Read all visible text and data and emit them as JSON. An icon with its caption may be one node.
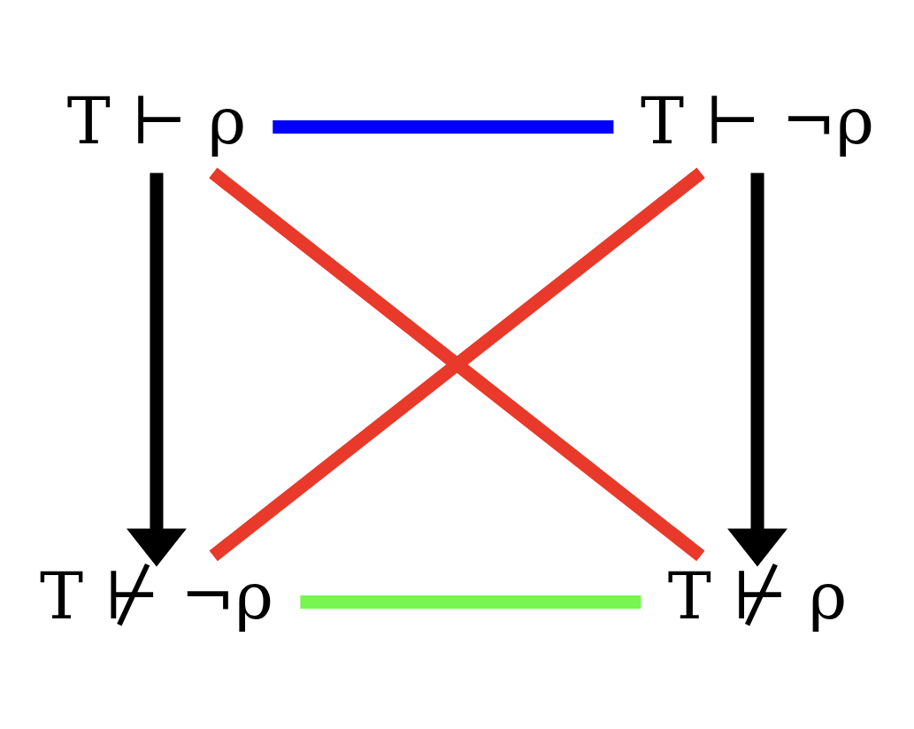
{
  "diagram": {
    "nodes": [
      {
        "text": [
          "T ⊢ ρ"
        ]
      },
      {
        "text": [
          "T ⊢ ¬ρ"
        ]
      },
      {
        "text": [
          "T ⊬ ¬ρ"
        ]
      },
      {
        "text": [
          "T ⊬ ρ"
        ]
      }
    ],
    "edges": [
      {
        "from": 0,
        "to": 1,
        "arrow": "none",
        "color": "#0000ff"
      },
      {
        "from": 0,
        "to": 2,
        "arrow": "to"
      },
      {
        "from": 0,
        "to": 3,
        "arrow": "none",
        "color": "#e8392a"
      },
      {
        "from": 1,
        "to": 2,
        "arrow": "none",
        "color": "#e8392a"
      },
      {
        "from": 1,
        "to": 3,
        "arrow": "to"
      },
      {
        "from": 2,
        "to": 3,
        "arrow": "none",
        "color": "#77f552"
      }
    ]
  }
}
